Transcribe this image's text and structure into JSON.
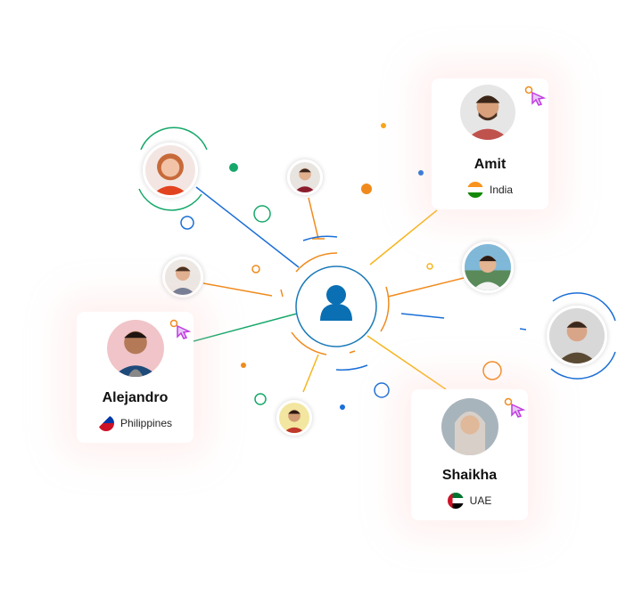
{
  "center": {
    "icon": "user-icon",
    "color": "#0a6fb3"
  },
  "colors": {
    "blue": "#1b6fd6",
    "orange": "#f08a1c",
    "yellow": "#f7b51c",
    "green": "#16a86a"
  },
  "cards": [
    {
      "name": "Amit",
      "country": "India",
      "flag": "india-flag-icon"
    },
    {
      "name": "Alejandro",
      "country": "Philippines",
      "flag": "philippines-flag-icon"
    },
    {
      "name": "Shaikha",
      "country": "UAE",
      "flag": "uae-flag-icon"
    }
  ]
}
